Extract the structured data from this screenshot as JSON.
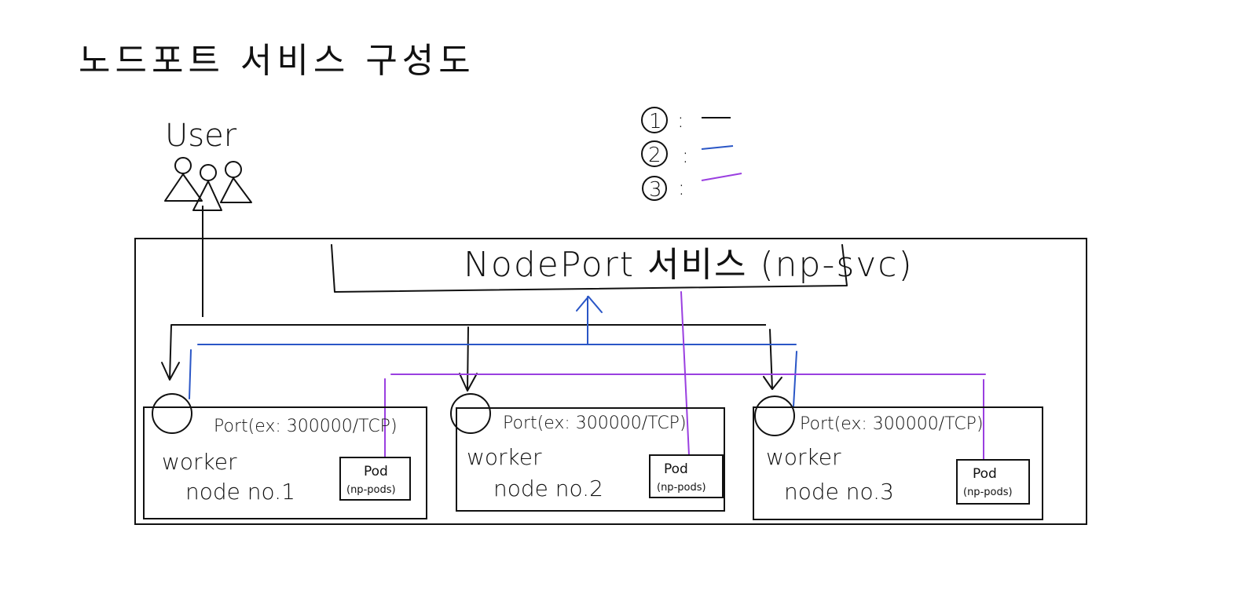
{
  "title": "노드포트 서비스 구성도",
  "user_label": "User",
  "service": {
    "label": "NodePort 서비스 (np-svc)"
  },
  "legend": [
    {
      "num": "1",
      "color": "#111111"
    },
    {
      "num": "2",
      "color": "#2a56c6"
    },
    {
      "num": "3",
      "color": "#9a3fe0"
    }
  ],
  "nodes": [
    {
      "port": "Port(ex: 300000/TCP)",
      "worker": "worker",
      "node": "node no.1",
      "pod": "Pod",
      "pod_sub": "(np-pods)"
    },
    {
      "port": "Port(ex: 300000/TCP)",
      "worker": "worker",
      "node": "node no.2",
      "pod": "Pod",
      "pod_sub": "(np-pods)"
    },
    {
      "port": "Port(ex: 300000/TCP)",
      "worker": "worker",
      "node": "node no.3",
      "pod": "Pod",
      "pod_sub": "(np-pods)"
    }
  ],
  "colors": {
    "ink": "#111111",
    "blue": "#2a56c6",
    "purple": "#9a3fe0"
  }
}
